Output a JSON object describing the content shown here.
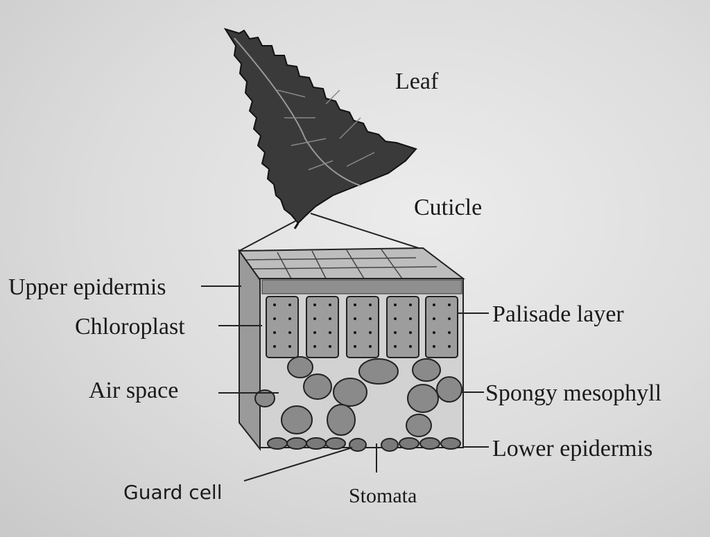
{
  "diagram": {
    "labels": {
      "leaf": "Leaf",
      "cuticle": "Cuticle",
      "upper_epidermis": "Upper epidermis",
      "chloroplast": "Chloroplast",
      "air_space": "Air space",
      "palisade_layer": "Palisade layer",
      "spongy_mesophyll": "Spongy mesophyll",
      "lower_epidermis": "Lower epidermis",
      "guard_cell": "Guard cell",
      "stomata": "Stomata"
    }
  }
}
